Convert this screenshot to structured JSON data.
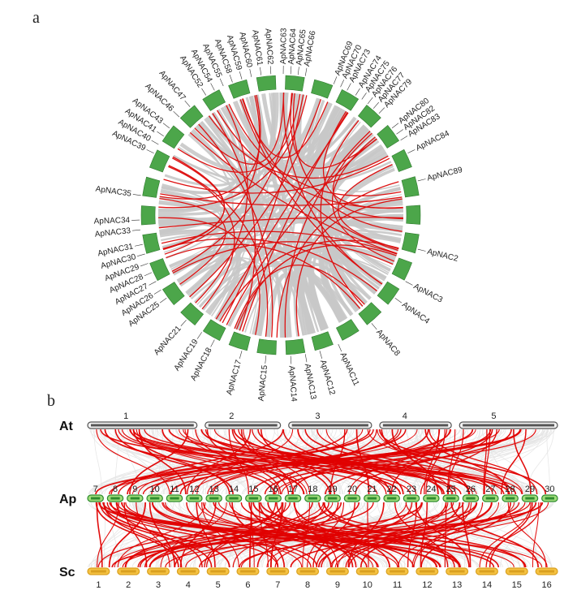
{
  "panel_a": {
    "letter": "a",
    "segment_count": 30,
    "colors": {
      "segment": "#4ca64a",
      "segment_stroke": "#2f7a2e",
      "gray_link": "#c8c8c8",
      "red_link": "#dd1111"
    },
    "labels": [
      "ApNAC2",
      "ApNAC3",
      "ApNAC4",
      "ApNAC8",
      "ApNAC11",
      "ApNAC12",
      "ApNAC13",
      "ApNAC14",
      "ApNAC15",
      "ApNAC17",
      "ApNAC18",
      "ApNAC19",
      "ApNAC21",
      "ApNAC25",
      "ApNAC26",
      "ApNAC27",
      "ApNAC28",
      "ApNAC29",
      "ApNAC30",
      "ApNAC31",
      "ApNAC33",
      "ApNAC34",
      "ApNAC35",
      "ApNAC39",
      "ApNAC40",
      "ApNAC41",
      "ApNAC43",
      "ApNAC46",
      "ApNAC47",
      "ApNAC52",
      "ApNAC54",
      "ApNAC55",
      "ApNAC58",
      "ApNAC59",
      "ApNAC60",
      "ApNAC61",
      "ApNAC62",
      "ApNAC63",
      "ApNAC64",
      "ApNAC65",
      "ApNAC66",
      "ApNAC69",
      "ApNAC70",
      "ApNAC73",
      "ApNAC74",
      "ApNAC75",
      "ApNAC76",
      "ApNAC77",
      "ApNAC79",
      "ApNAC80",
      "ApNAC82",
      "ApNAC83",
      "ApNAC84",
      "ApNAC89"
    ]
  },
  "panel_b": {
    "letter": "b",
    "rows": [
      {
        "name": "At",
        "color": "#555555",
        "fill": "#f2f2f2",
        "chromosomes": [
          "1",
          "2",
          "3",
          "4",
          "5"
        ]
      },
      {
        "name": "Ap",
        "color": "#2e8b2e",
        "fill": "#9fdc7a",
        "chromosomes": [
          "7",
          "8",
          "9",
          "10",
          "11",
          "12",
          "13",
          "14",
          "15",
          "16",
          "17",
          "18",
          "19",
          "20",
          "21",
          "22",
          "23",
          "24",
          "25",
          "26",
          "27",
          "28",
          "29",
          "30"
        ]
      },
      {
        "name": "Sc",
        "color": "#d9a020",
        "fill": "#f5c242",
        "chromosomes": [
          "1",
          "2",
          "3",
          "4",
          "5",
          "6",
          "7",
          "8",
          "9",
          "10",
          "11",
          "12",
          "13",
          "14",
          "15",
          "16"
        ]
      }
    ],
    "link_color": "#e00000",
    "bg_link_color": "#e4e4e4"
  }
}
